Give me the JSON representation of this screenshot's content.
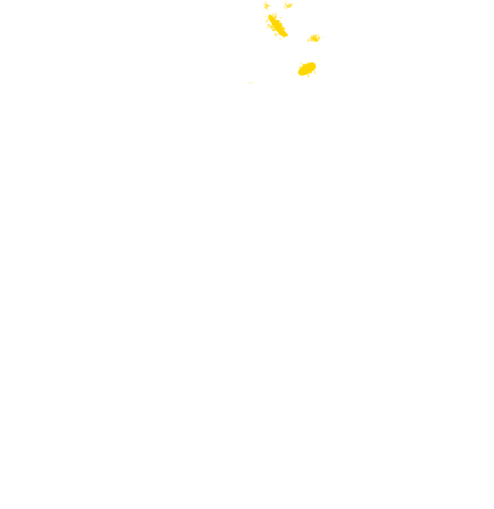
{
  "map": {
    "layer": "precipitation-overlay",
    "background_color": "#ffffff",
    "echo_colors": {
      "primary": "#ffd700",
      "light": "#ffe24a",
      "faint": "#ffee88"
    },
    "echo_cells": [
      "cell-a",
      "cell-b",
      "cell-c",
      "cell-d",
      "cell-e"
    ]
  }
}
